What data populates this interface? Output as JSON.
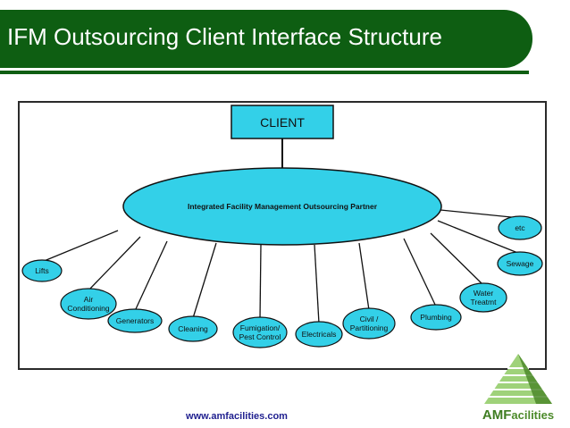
{
  "slide": {
    "title": "IFM Outsourcing Client Interface Structure",
    "footer_url": "www.amfacilities.com",
    "theme_color": "#0e5e12"
  },
  "diagram": {
    "client_label": "CLIENT",
    "hub_label": "Integrated Facility Management Outsourcing Partner",
    "node_fill": "#33d0e8",
    "nodes": [
      {
        "lines": [
          "Lifts"
        ]
      },
      {
        "lines": [
          "Air",
          "Conditioning"
        ]
      },
      {
        "lines": [
          "Generators"
        ]
      },
      {
        "lines": [
          "Cleaning"
        ]
      },
      {
        "lines": [
          "Fumigation/",
          "Pest Control"
        ]
      },
      {
        "lines": [
          "Electricals"
        ]
      },
      {
        "lines": [
          "Civil /",
          "Partitioning"
        ]
      },
      {
        "lines": [
          "Plumbing"
        ]
      },
      {
        "lines": [
          "Water",
          "Treatmt"
        ]
      },
      {
        "lines": [
          "Sewage"
        ]
      },
      {
        "lines": [
          "etc"
        ]
      }
    ]
  },
  "logo": {
    "text_big": "AMF",
    "text_small": "acilities",
    "colors": [
      "#4c8a2a",
      "#9fd27a"
    ]
  }
}
